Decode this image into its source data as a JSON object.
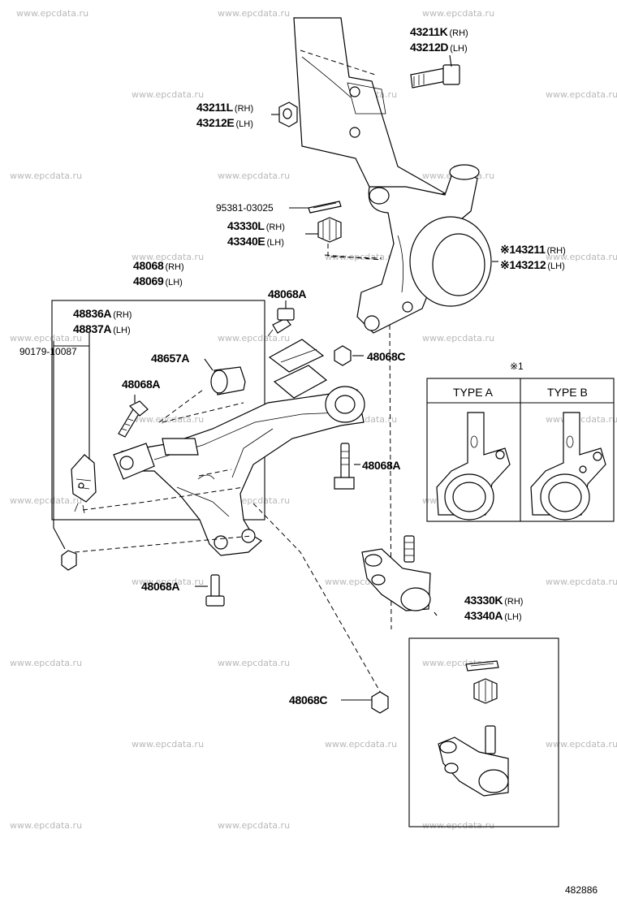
{
  "watermark": "www.epcdata.ru",
  "diagram_number": "482886",
  "callouts": {
    "p43211k": {
      "part": "43211K",
      "side": "(RH)"
    },
    "p43212d": {
      "part": "43212D",
      "side": "(LH)"
    },
    "p43211l": {
      "part": "43211L",
      "side": "(RH)"
    },
    "p43212e": {
      "part": "43212E",
      "side": "(LH)"
    },
    "p95381": {
      "part": "95381-03025"
    },
    "p43330l": {
      "part": "43330L",
      "side": "(RH)"
    },
    "p43340e": {
      "part": "43340E",
      "side": "(LH)"
    },
    "p43211x": {
      "part": "※143211",
      "side": "(RH)"
    },
    "p43212x": {
      "part": "※143212",
      "side": "(LH)"
    },
    "p48068r": {
      "part": "48068",
      "side": "(RH)"
    },
    "p48069": {
      "part": "48069",
      "side": "(LH)"
    },
    "p48836a": {
      "part": "48836A",
      "side": "(RH)"
    },
    "p48837a": {
      "part": "48837A",
      "side": "(LH)"
    },
    "p90179": {
      "part": "90179-10087"
    },
    "p48657a": {
      "part": "48657A"
    },
    "p48068a_1": {
      "part": "48068A"
    },
    "p48068a_2": {
      "part": "48068A"
    },
    "p48068a_3": {
      "part": "48068A"
    },
    "p48068a_4": {
      "part": "48068A"
    },
    "p48068c_1": {
      "part": "48068C"
    },
    "p48068c_2": {
      "part": "48068C"
    },
    "p43330k": {
      "part": "43330K",
      "side": "(RH)"
    },
    "p43340a": {
      "part": "43340A",
      "side": "(LH)"
    }
  },
  "type_panel": {
    "marker": "※1",
    "type_a": "TYPE A",
    "type_b": "TYPE B"
  }
}
